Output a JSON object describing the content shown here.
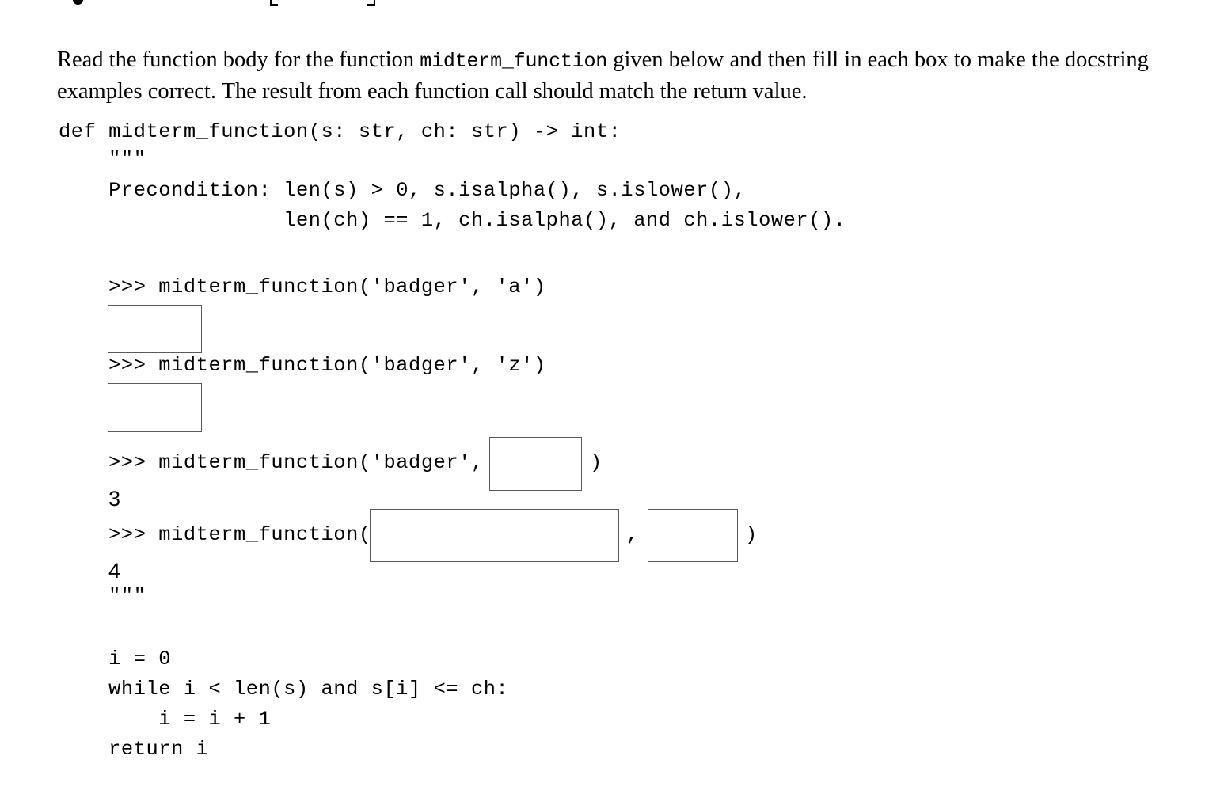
{
  "document": {
    "instructions_part1": "Read the function body for the function ",
    "instructions_code": "midterm_function",
    "instructions_part2": " given below and then fill in each box to make the docstring examples correct. The result from each function call should match the return value."
  },
  "code": {
    "signature": "def midterm_function(s: str, ch: str) -> int:",
    "docstring_open": "    \"\"\"",
    "precondition_line1": "    Precondition: len(s) > 0, s.isalpha(), s.islower(),",
    "precondition_line2": "                  len(ch) == 1, ch.isalpha(), and ch.islower().",
    "blank_line": "",
    "docstring_close": "    \"\"\"",
    "body_line1": "    i = 0",
    "body_line2": "    while i < len(s) and s[i] <= ch:",
    "body_line3": "        i = i + 1",
    "body_line4": "    return i"
  },
  "examples": [
    {
      "prompt": "    >>> midterm_function('badger', 'a')",
      "answer_value": "",
      "expected_output": ""
    },
    {
      "prompt": "    >>> midterm_function('badger', 'z')",
      "answer_value": "",
      "expected_output": ""
    },
    {
      "prompt_prefix": "    >>> midterm_function('badger', ",
      "inline_answer_value": "",
      "prompt_suffix": ")",
      "expected_output": "3"
    },
    {
      "prompt_prefix": "    >>> midterm_function(",
      "inline_answer_value_1": "",
      "separator": ",",
      "inline_answer_value_2": "",
      "prompt_suffix": ")",
      "expected_output": "4"
    }
  ],
  "colors": {
    "background": "#ffffff",
    "text": "#000000",
    "box_border": "#5a5a5a"
  }
}
